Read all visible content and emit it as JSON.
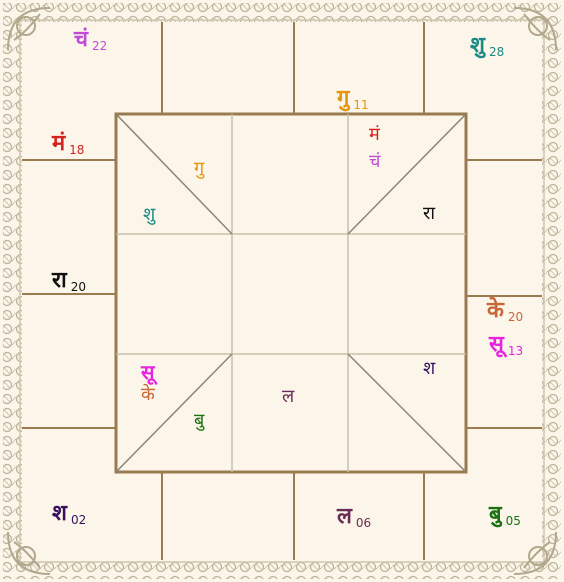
{
  "colors": {
    "background": "#fbf6e9",
    "border_ornament": "#bdb39b",
    "grid_line": "#9a7a4e",
    "diagonal_line": "#8a857c",
    "moon": "#c04bd6",
    "venus": "#1a8a85",
    "jupiter": "#e8940c",
    "mars": "#d6221f",
    "rahu": "#111111",
    "ketu": "#c8663a",
    "sun": "#e724e0",
    "saturn": "#3a1160",
    "lagna": "#6b2a55",
    "mercury": "#1b7010"
  },
  "outer_labels": [
    {
      "id": "moon",
      "planet": "चं",
      "degree": "22",
      "color": "#c04bd6"
    },
    {
      "id": "venus",
      "planet": "शु",
      "degree": "28",
      "color": "#1a8a85"
    },
    {
      "id": "jupiter",
      "planet": "गु",
      "degree": "11",
      "color": "#e8940c"
    },
    {
      "id": "mars",
      "planet": "मं",
      "degree": "18",
      "color": "#d6221f"
    },
    {
      "id": "rahu",
      "planet": "रा",
      "degree": "20",
      "color": "#111111"
    },
    {
      "id": "ketu",
      "planet": "के",
      "degree": "20",
      "color": "#c8663a"
    },
    {
      "id": "sun",
      "planet": "सू",
      "degree": "13",
      "color": "#e724e0"
    },
    {
      "id": "saturn",
      "planet": "श",
      "degree": "02",
      "color": "#3a1160"
    },
    {
      "id": "lagna",
      "planet": "ल",
      "degree": "06",
      "color": "#6b2a55"
    },
    {
      "id": "mercury",
      "planet": "बु",
      "degree": "05",
      "color": "#1b7010"
    }
  ],
  "inner_labels": [
    {
      "id": "jupiter",
      "text": "गु",
      "color": "#e8940c"
    },
    {
      "id": "venus",
      "text": "शु",
      "color": "#1a8a85"
    },
    {
      "id": "mars",
      "text": "मं",
      "color": "#d6221f"
    },
    {
      "id": "moon",
      "text": "चं",
      "color": "#c04bd6"
    },
    {
      "id": "rahu",
      "text": "रा",
      "color": "#111111"
    },
    {
      "id": "saturn",
      "text": "श",
      "color": "#3a1160"
    },
    {
      "id": "sun",
      "text": "सू",
      "color": "#e724e0"
    },
    {
      "id": "ketu",
      "text": "के",
      "color": "#c8663a"
    },
    {
      "id": "mercury",
      "text": "बु",
      "color": "#1b7010"
    },
    {
      "id": "lagna",
      "text": "ल",
      "color": "#6b2a55"
    }
  ]
}
